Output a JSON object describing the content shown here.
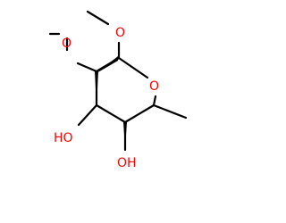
{
  "structure": {
    "atoms": {
      "ring_oxygen": "O",
      "anomeric_oxygen": "O",
      "c2_oxygen": "O",
      "c3_hydroxyl": "HO",
      "c4_hydroxyl": "OH"
    },
    "colors": {
      "bond": "#000000",
      "oxygen": "#ff0000",
      "hydrogen_text": "#ff0000"
    }
  }
}
